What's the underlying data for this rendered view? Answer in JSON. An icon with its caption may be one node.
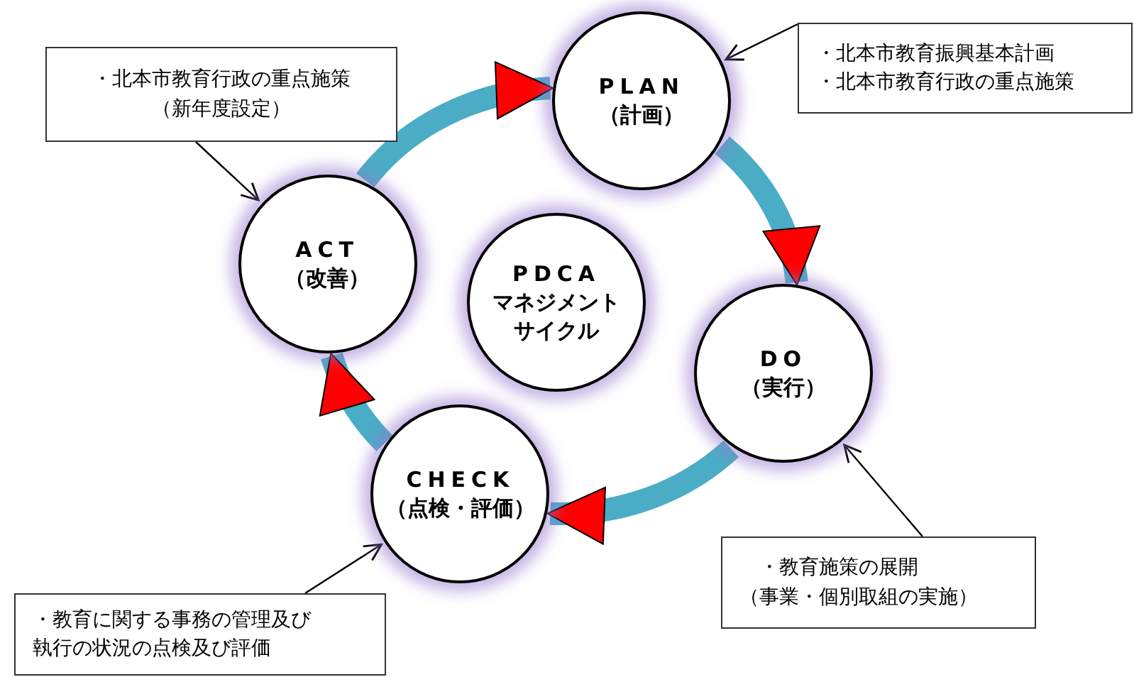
{
  "diagram": {
    "nodes": [
      {
        "text": [
          "・北本市教育行政の重点施策（新年度設定）"
        ]
      },
      {
        "text": [
          "PLAN",
          "（計画）"
        ]
      },
      {
        "text": [
          "・北本市教育振興基本計画",
          "・北本市教育行政の重点施策"
        ]
      },
      {
        "text": [
          "ACT",
          "（改善）"
        ]
      },
      {
        "text": [
          "PDCA",
          "マネジメントサイクル"
        ]
      },
      {
        "text": [
          "DO",
          "（実行）"
        ]
      },
      {
        "text": [
          "CHECK",
          "（点検・評価）"
        ]
      },
      {
        "text": [
          "・教育施策の展開（事業・個別取組の実施）"
        ]
      },
      {
        "text": [
          "・教育に関する事務の管理及び執行の状況の点検及び評価"
        ]
      }
    ],
    "edges": [
      {
        "from": 1,
        "to": 5,
        "arrow": "to",
        "style": "thick",
        "color": "#4bacc6"
      },
      {
        "from": 5,
        "to": 6,
        "arrow": "to",
        "style": "thick",
        "color": "#4bacc6"
      },
      {
        "from": 6,
        "to": 3,
        "arrow": "to",
        "style": "thick",
        "color": "#4bacc6"
      },
      {
        "from": 3,
        "to": 1,
        "arrow": "to",
        "style": "thick",
        "color": "#4bacc6"
      },
      {
        "from": 0,
        "to": 3,
        "arrow": "to",
        "color": "#000000"
      },
      {
        "from": 2,
        "to": 1,
        "arrow": "to",
        "color": "#000000"
      },
      {
        "from": 7,
        "to": 5,
        "arrow": "to",
        "color": "#000000"
      },
      {
        "from": 8,
        "to": 6,
        "arrow": "to",
        "color": "#000000"
      }
    ]
  }
}
